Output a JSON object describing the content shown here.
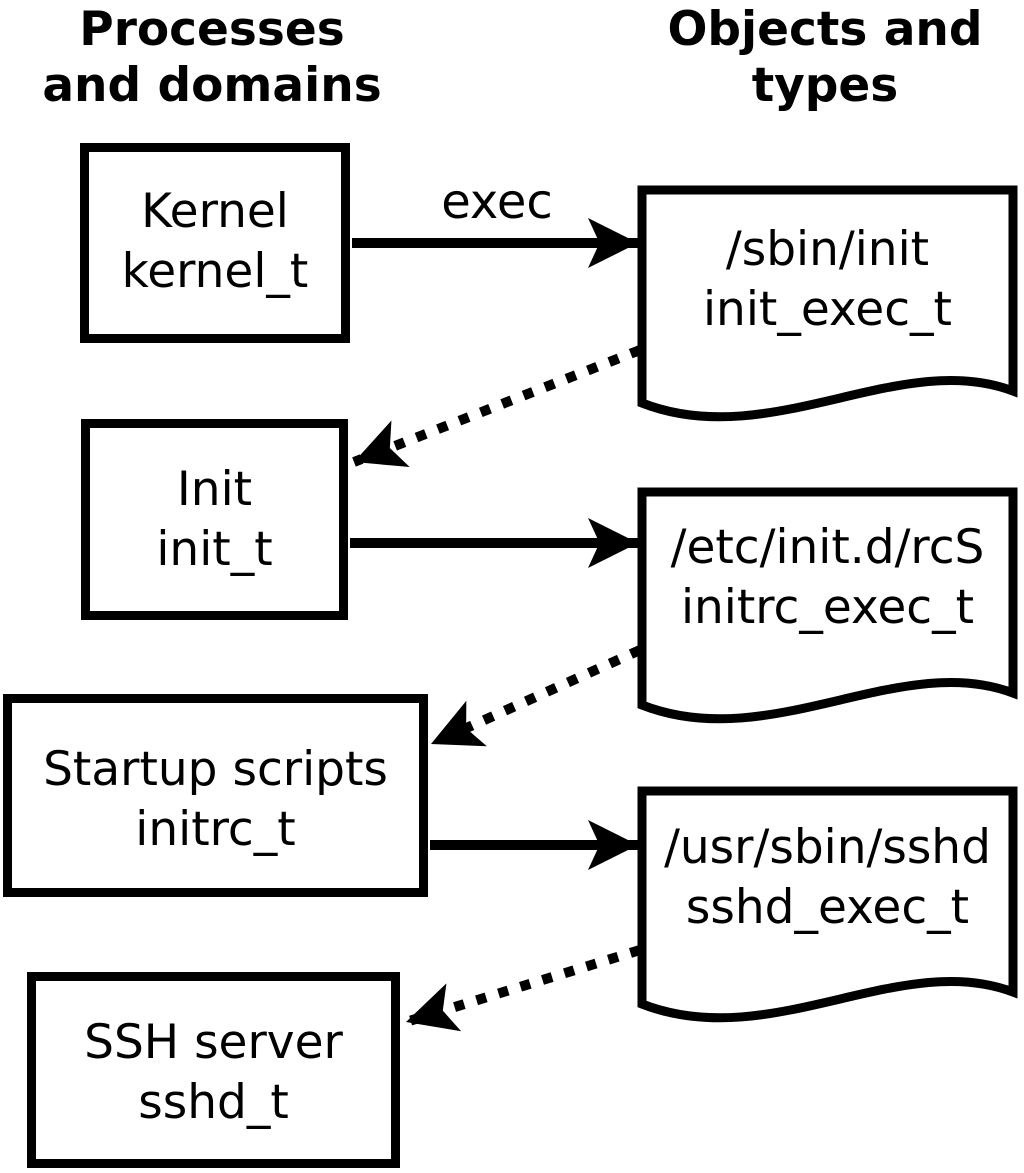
{
  "diagram": {
    "column_headers": {
      "left": "Processes\nand domains",
      "right": "Objects and\ntypes"
    },
    "process_nodes": [
      {
        "name": "Kernel",
        "domain": "kernel_t"
      },
      {
        "name": "Init",
        "domain": "init_t"
      },
      {
        "name": "Startup scripts",
        "domain": "initrc_t"
      },
      {
        "name": "SSH server",
        "domain": "sshd_t"
      }
    ],
    "object_nodes": [
      {
        "path": "/sbin/init",
        "type": "init_exec_t"
      },
      {
        "path": "/etc/init.d/rcS",
        "type": "initrc_exec_t"
      },
      {
        "path": "/usr/sbin/sshd",
        "type": "sshd_exec_t"
      }
    ],
    "edges": [
      {
        "from": "kernel_t",
        "to": "init_exec_t",
        "style": "solid",
        "label": "exec"
      },
      {
        "from": "init_exec_t",
        "to": "init_t",
        "style": "dotted",
        "label": ""
      },
      {
        "from": "init_t",
        "to": "initrc_exec_t",
        "style": "solid",
        "label": ""
      },
      {
        "from": "initrc_exec_t",
        "to": "initrc_t",
        "style": "dotted",
        "label": ""
      },
      {
        "from": "initrc_t",
        "to": "sshd_exec_t",
        "style": "solid",
        "label": ""
      },
      {
        "from": "sshd_exec_t",
        "to": "sshd_t",
        "style": "dotted",
        "label": ""
      }
    ],
    "colors": {
      "stroke": "#000000",
      "background": "#ffffff"
    }
  }
}
